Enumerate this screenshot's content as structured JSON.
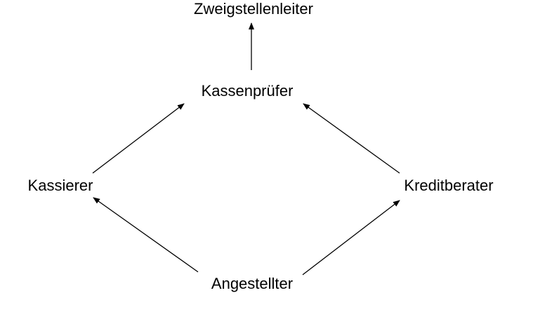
{
  "diagram": {
    "nodes": {
      "zweigstellenleiter": "Zweigstellenleiter",
      "kassenpruefer": "Kassenprüfer",
      "kassierer": "Kassierer",
      "kreditberater": "Kreditberater",
      "angestellter": "Angestellter"
    },
    "edges": [
      {
        "from": "kassenpruefer",
        "to": "zweigstellenleiter"
      },
      {
        "from": "kassierer",
        "to": "kassenpruefer"
      },
      {
        "from": "kreditberater",
        "to": "kassenpruefer"
      },
      {
        "from": "angestellter",
        "to": "kassierer"
      },
      {
        "from": "angestellter",
        "to": "kreditberater"
      }
    ],
    "colors": {
      "line": "#000000",
      "text": "#000000",
      "background": "#ffffff"
    }
  }
}
